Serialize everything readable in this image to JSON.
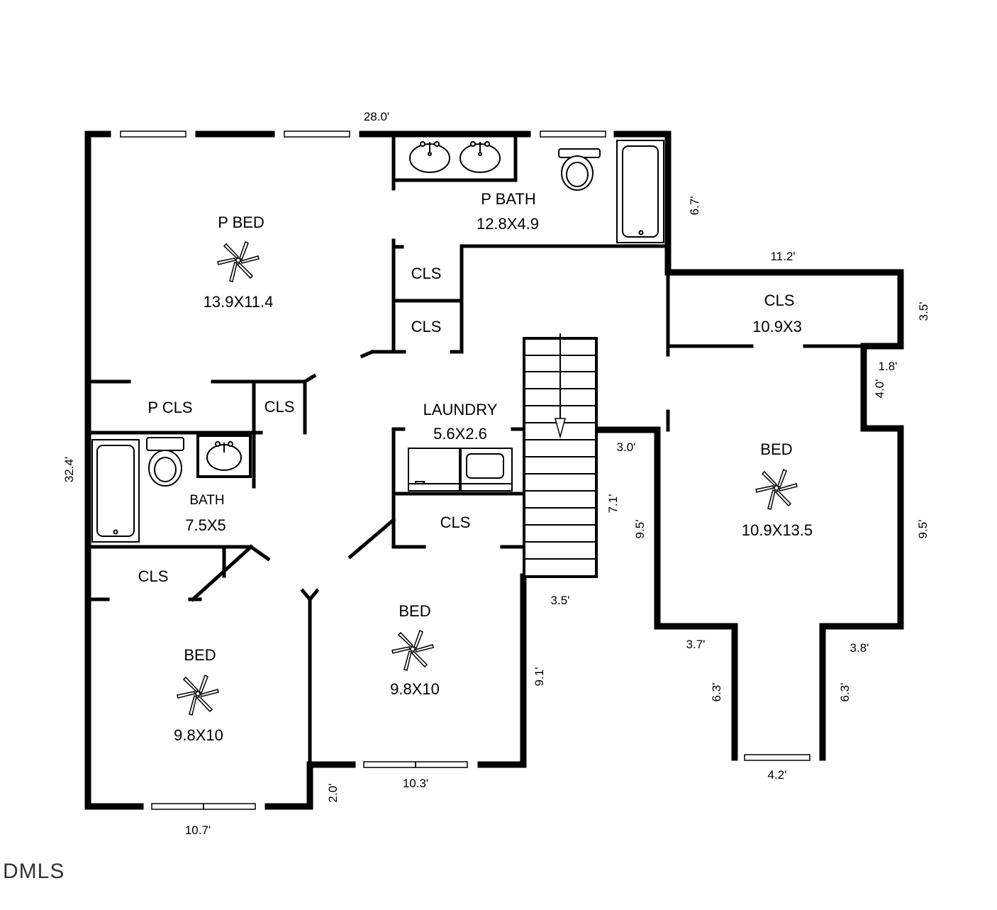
{
  "rooms": {
    "p_bed": {
      "name": "P BED",
      "size": "13.9X11.4"
    },
    "p_bath": {
      "name": "P BATH",
      "size": "12.8X4.9"
    },
    "cls_top1": {
      "name": "CLS"
    },
    "cls_top2": {
      "name": "CLS"
    },
    "cls_right": {
      "name": "CLS",
      "size": "10.9X3"
    },
    "p_cls": {
      "name": "P CLS"
    },
    "cls_small": {
      "name": "CLS"
    },
    "laundry": {
      "name": "LAUNDRY",
      "size": "5.6X2.6"
    },
    "bath": {
      "name": "BATH",
      "size": "7.5X5"
    },
    "cls_laundry": {
      "name": "CLS"
    },
    "cls_left": {
      "name": "CLS"
    },
    "bed_right": {
      "name": "BED",
      "size": "10.9X13.5"
    },
    "bed_center": {
      "name": "BED",
      "size": "9.8X10"
    },
    "bed_left": {
      "name": "BED",
      "size": "9.8X10"
    }
  },
  "dimensions": {
    "top": "28.0'",
    "p_bath_right": "6.7'",
    "cls_top": "11.2'",
    "cls_right": "3.5'",
    "notch_w": "1.8'",
    "notch_h": "4.0'",
    "left": "32.4'",
    "stair_top": "3.0'",
    "stair_side": "7.1'",
    "bed_right_inner": "9.5'",
    "bed_right_outer": "9.5'",
    "stair_bottom": "3.5'",
    "bay_left_w": "3.7'",
    "bay_right_w": "3.8'",
    "bay_left_h": "6.3'",
    "bay_right_h": "6.3'",
    "bay_bottom": "4.2'",
    "bed_center_side": "9.1'",
    "bed_center_bottom": "10.3'",
    "step": "2.0'",
    "bed_left_bottom": "10.7'"
  },
  "logo": "DMLS"
}
